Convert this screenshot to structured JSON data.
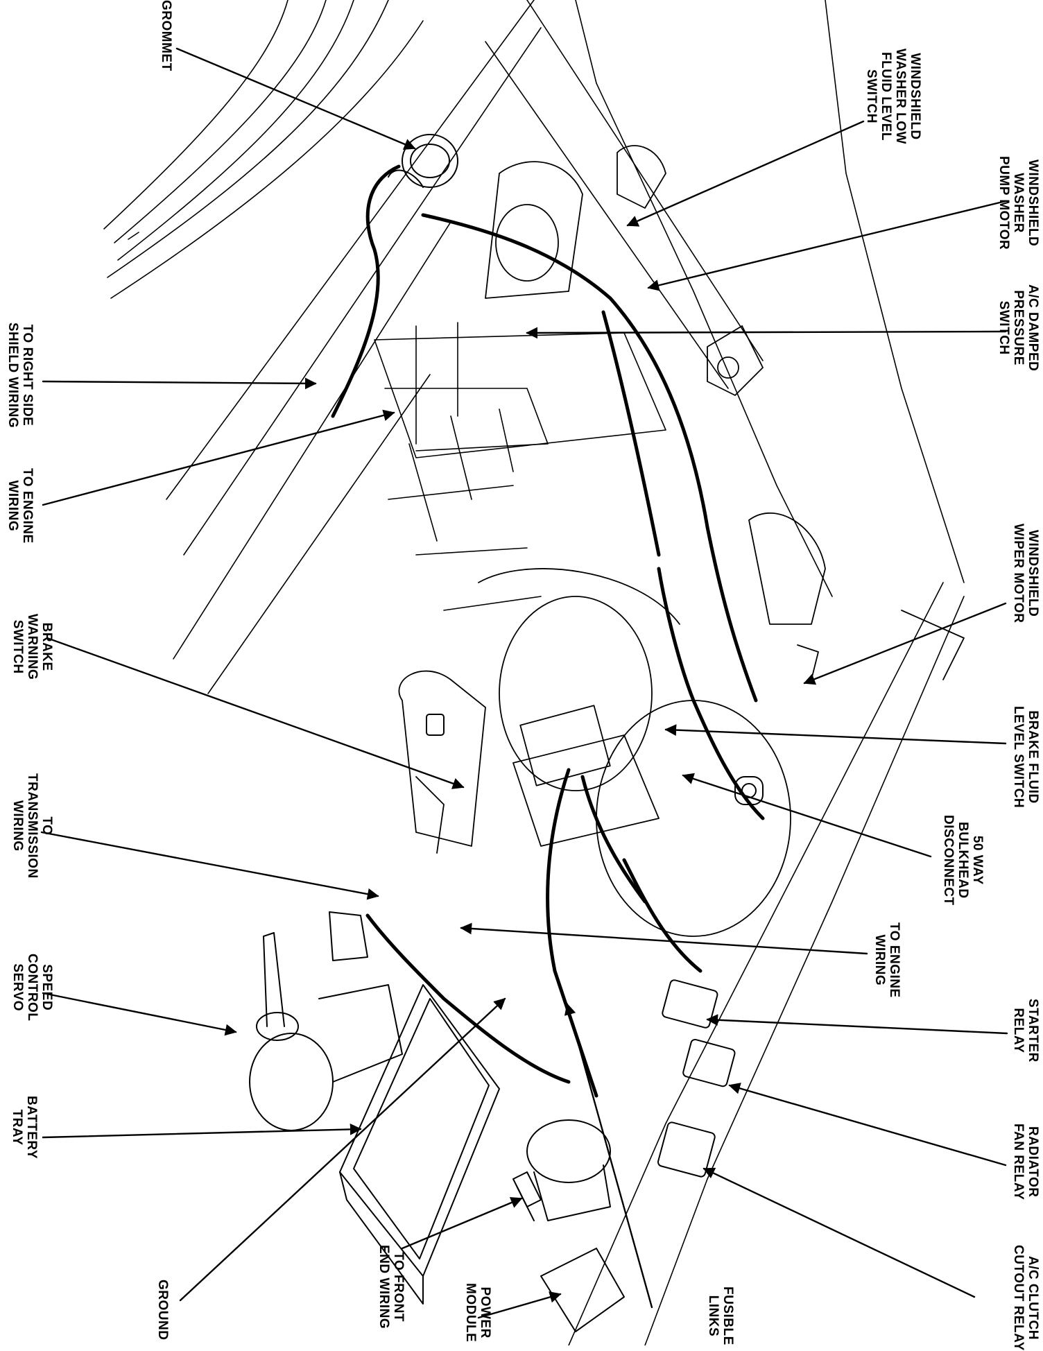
{
  "diagram": {
    "labels": [
      {
        "id": "grommet",
        "lines": [
          "GROMMET"
        ]
      },
      {
        "id": "washer-low-fluid-switch",
        "lines": [
          "WINDSHIELD",
          "WASHER LOW",
          "FLUID LEVEL",
          "SWITCH"
        ]
      },
      {
        "id": "washer-pump-motor",
        "lines": [
          "WINDSHIELD",
          "WASHER",
          "PUMP MOTOR"
        ]
      },
      {
        "id": "ac-damped-pressure-switch",
        "lines": [
          "A/C DAMPED",
          "PRESSURE",
          "SWITCH"
        ]
      },
      {
        "id": "right-side-shield-wiring",
        "lines": [
          "TO RIGHT SIDE",
          "SHIELD WIRING"
        ]
      },
      {
        "id": "engine-wiring-left",
        "lines": [
          "TO ENGINE",
          "WIRING"
        ]
      },
      {
        "id": "wiper-motor",
        "lines": [
          "WINDSHIELD",
          "WIPER MOTOR"
        ]
      },
      {
        "id": "brake-warning-switch",
        "lines": [
          "BRAKE",
          "WARNING",
          "SWITCH"
        ]
      },
      {
        "id": "brake-fluid-level-switch",
        "lines": [
          "BRAKE FLUID",
          "LEVEL SWITCH"
        ]
      },
      {
        "id": "transmission-wiring",
        "lines": [
          "TO",
          "TRANSMISSION",
          "WIRING"
        ]
      },
      {
        "id": "bulkhead-disconnect",
        "lines": [
          "50 WAY",
          "BULKHEAD",
          "DISCONNECT"
        ]
      },
      {
        "id": "engine-wiring-right",
        "lines": [
          "TO ENGINE",
          "WIRING"
        ]
      },
      {
        "id": "speed-control-servo",
        "lines": [
          "SPEED",
          "CONTROL",
          "SERVO"
        ]
      },
      {
        "id": "starter-relay",
        "lines": [
          "STARTER",
          "RELAY"
        ]
      },
      {
        "id": "battery-tray",
        "lines": [
          "BATTERY",
          "TRAY"
        ]
      },
      {
        "id": "radiator-fan-relay",
        "lines": [
          "RADIATOR",
          "FAN RELAY"
        ]
      },
      {
        "id": "ac-clutch-cutout-relay",
        "lines": [
          "A/C CLUTCH",
          "CUTOUT RELAY"
        ]
      },
      {
        "id": "ground",
        "lines": [
          "GROUND"
        ]
      },
      {
        "id": "front-end-wiring",
        "lines": [
          "TO FRONT",
          "END WIRING"
        ]
      },
      {
        "id": "power-module",
        "lines": [
          "POWER",
          "MODULE"
        ]
      },
      {
        "id": "fusible-links",
        "lines": [
          "FUSIBLE",
          "LINKS"
        ]
      }
    ]
  }
}
